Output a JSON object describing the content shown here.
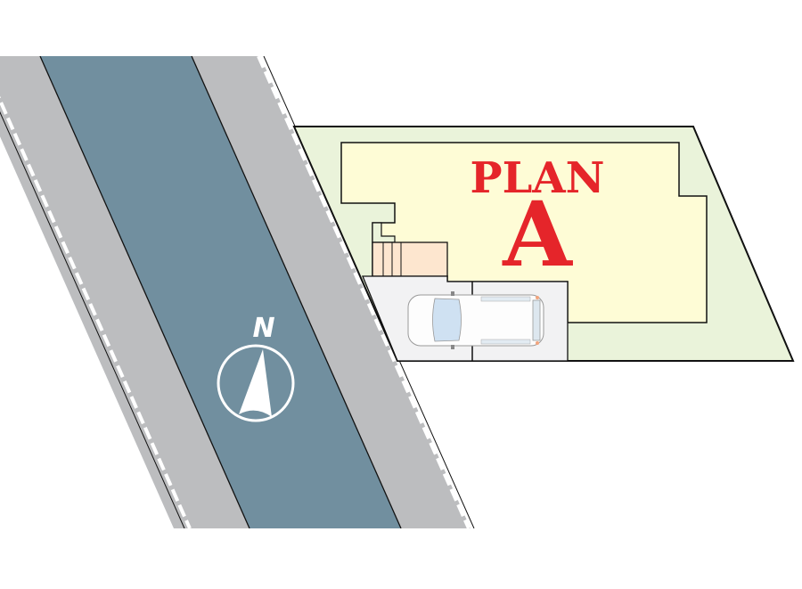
{
  "plan": {
    "label": "PLAN",
    "letter": "A"
  },
  "compass": {
    "north_label": "N"
  },
  "colors": {
    "road": "#718f9f",
    "sidewalk": "#bcbdbf",
    "lot": "#eaf3da",
    "building": "#fefcd6",
    "stairs": "#fde6cf",
    "parking": "#f2f2f3",
    "plan_text": "#e5252a"
  }
}
